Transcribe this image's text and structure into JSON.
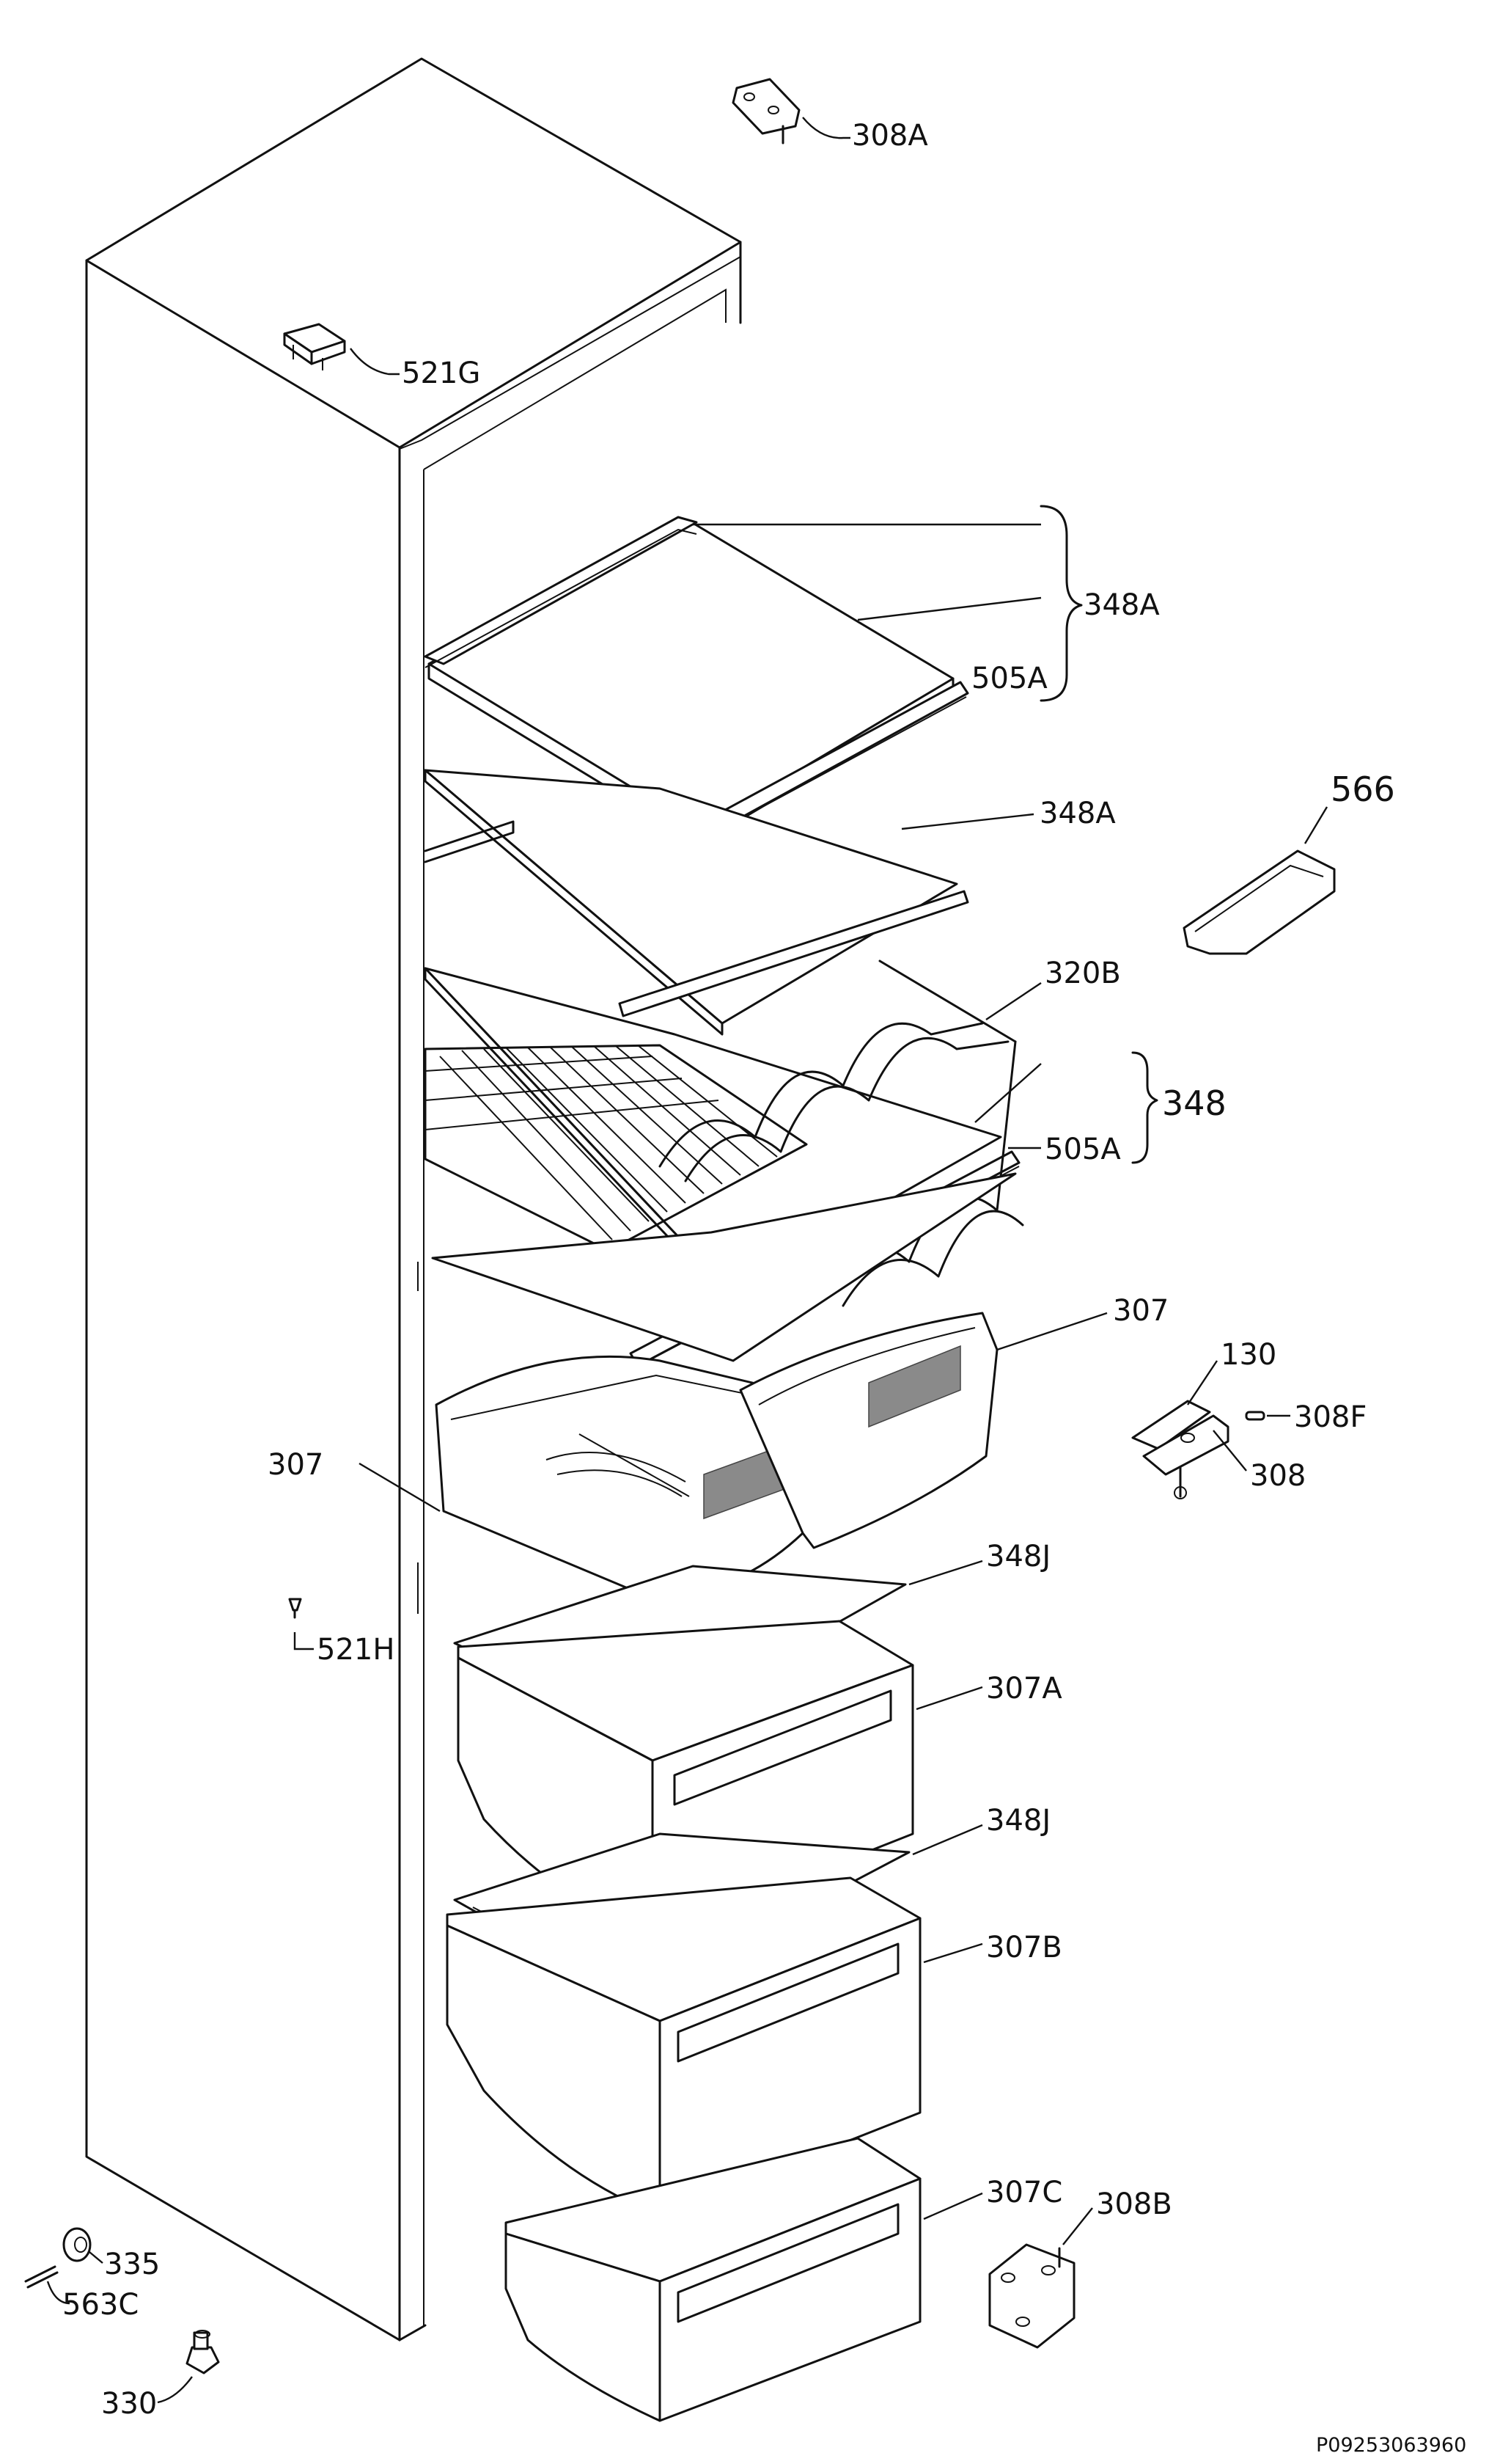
{
  "callouts": {
    "c308A": "308A",
    "c521G": "521G",
    "c348A_top": "348A",
    "c505A_top": "505A",
    "c566": "566",
    "c348A_mid": "348A",
    "c320B": "320B",
    "c348": "348",
    "c505A_low": "505A",
    "c307_right": "307",
    "c307_left": "307",
    "c130": "130",
    "c308F": "308F",
    "c308": "308",
    "c521H": "521H",
    "c348J_a": "348J",
    "c307A": "307A",
    "c348J_b": "348J",
    "c307B": "307B",
    "c307C": "307C",
    "c308B": "308B",
    "c335": "335",
    "c563C": "563C",
    "c330": "330"
  },
  "drawing_code": "P09253063960"
}
